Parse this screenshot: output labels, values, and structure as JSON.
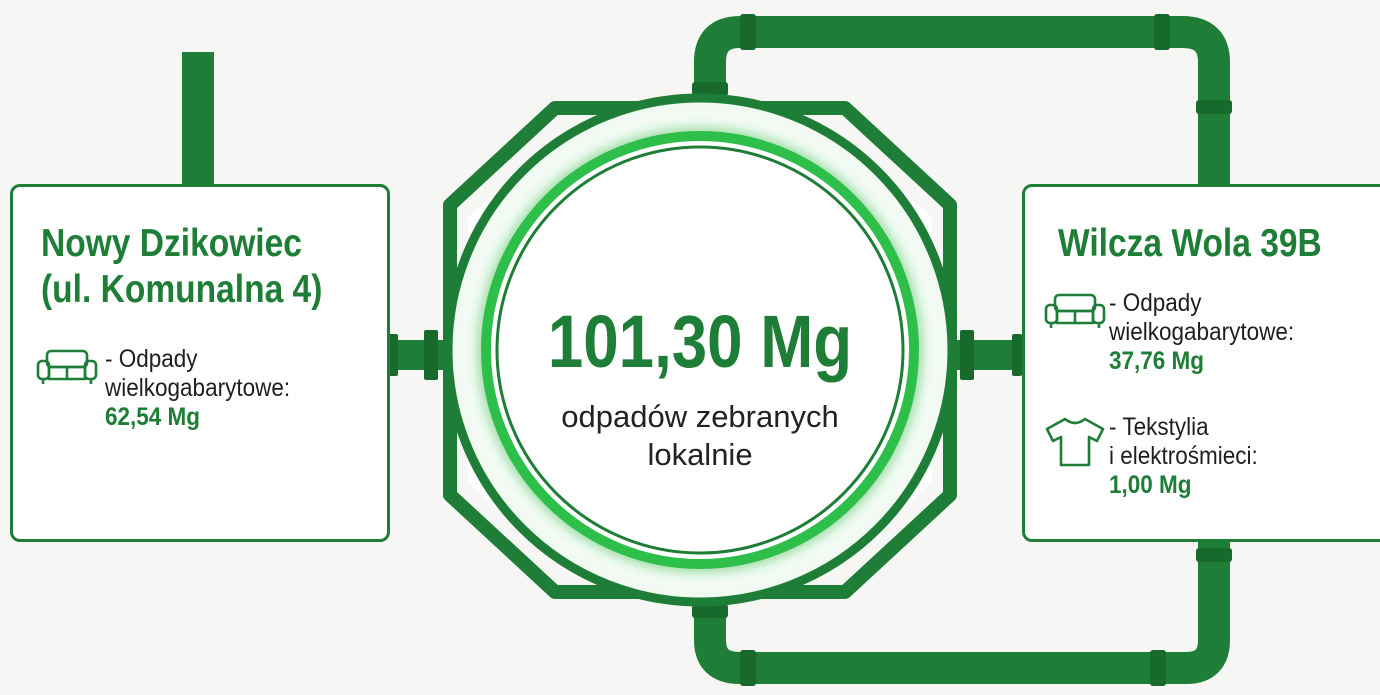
{
  "colors": {
    "green": "#1e7d36",
    "glow": "#3ddc5a",
    "text": "#1f1f1f",
    "background": "#f6f6f4"
  },
  "center": {
    "total": "101,30 Mg",
    "caption_line1": "odpadów zebranych",
    "caption_line2": "lokalnie"
  },
  "locations": [
    {
      "title_line1": "Nowy Dzikowiec",
      "title_line2": "(ul. Komunalna 4)",
      "items": [
        {
          "icon": "sofa-icon",
          "label_line1": "- Odpady",
          "label_line2": "wielkogabarytowe:",
          "value": "62,54 Mg"
        }
      ]
    },
    {
      "title_line1": "Wilcza Wola 39B",
      "items": [
        {
          "icon": "sofa-icon",
          "label_line1": "- Odpady",
          "label_line2": "wielkogabarytowe:",
          "value": "37,76 Mg"
        },
        {
          "icon": "tshirt-icon",
          "label_line1": "- Tekstylia",
          "label_line2": "i elektrośmieci:",
          "value": "1,00 Mg"
        }
      ]
    }
  ]
}
